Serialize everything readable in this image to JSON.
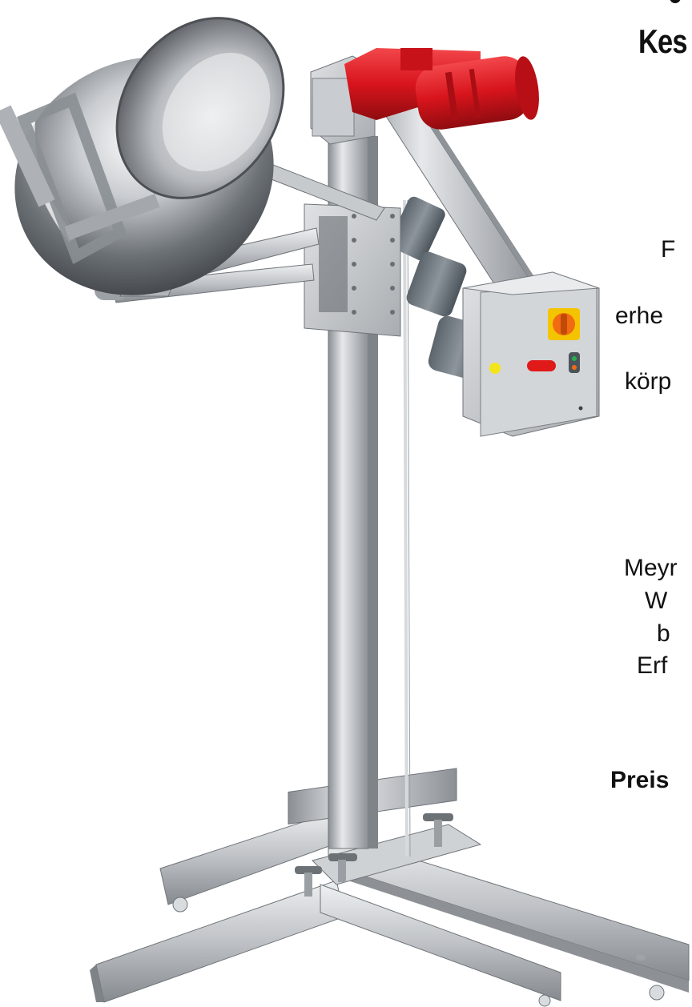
{
  "document": {
    "heading": "Kes",
    "text_fragments": [
      {
        "id": "frag-1",
        "text": "F"
      },
      {
        "id": "frag-2",
        "text": "erhe"
      },
      {
        "id": "frag-3",
        "text": "körp"
      },
      {
        "id": "frag-4",
        "text": "Meyr"
      },
      {
        "id": "frag-5",
        "text": "W"
      },
      {
        "id": "frag-6",
        "text": "b"
      },
      {
        "id": "frag-7",
        "text": "Erf"
      },
      {
        "id": "frag-8",
        "text": "Preis"
      }
    ]
  },
  "product_image": {
    "subject": "stainless-steel-kettle-tilting-lift",
    "colors": {
      "steel_light": "#e4e6e8",
      "steel_mid": "#b9bcc0",
      "steel_dark": "#7d8287",
      "motor_red": "#d8141c",
      "motor_red_dark": "#8f0c10",
      "switch_yellow": "#f4c400",
      "switch_orange": "#f26a12",
      "button_red": "#e01919",
      "button_green": "#22b04a",
      "indicator_yellow": "#f2e51a"
    }
  }
}
